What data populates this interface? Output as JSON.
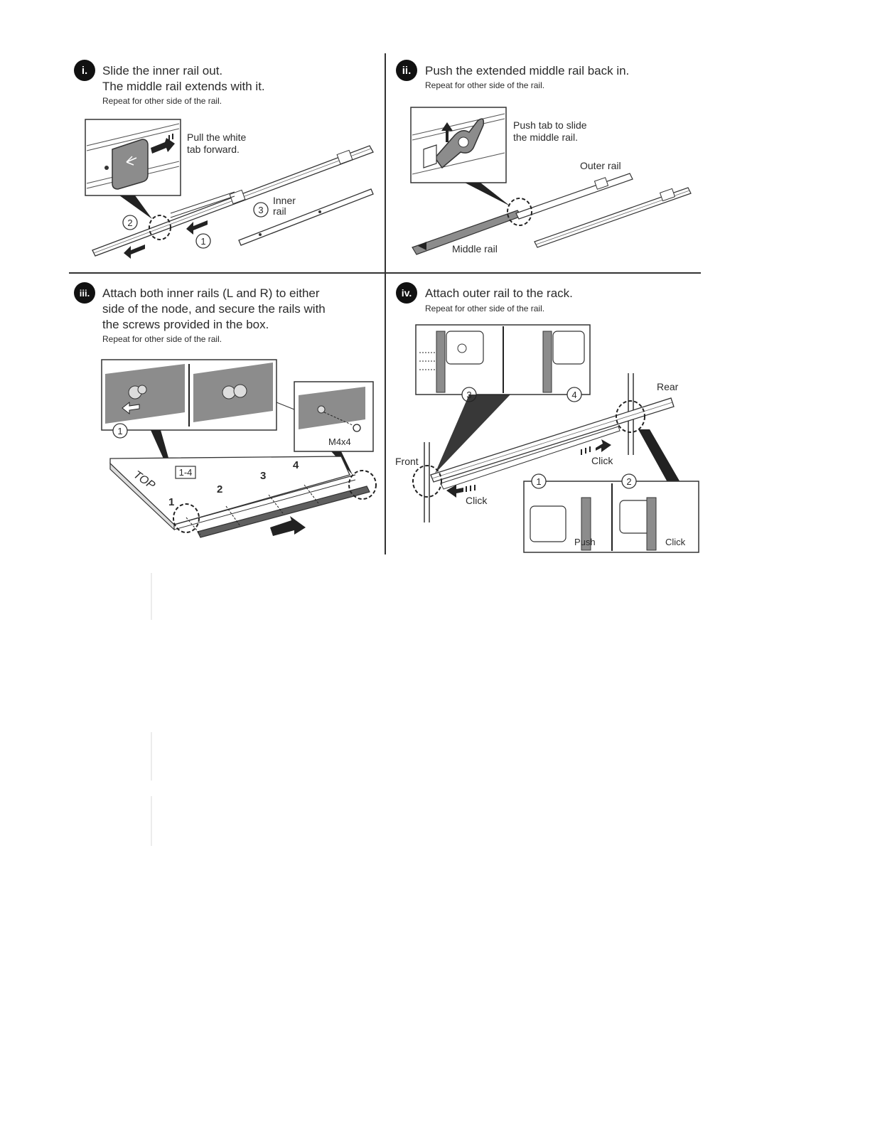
{
  "steps": [
    {
      "badge": "i.",
      "title_lines": [
        "Slide the inner rail out.",
        "The middle rail extends with it."
      ],
      "note": "Repeat for other side of the rail."
    },
    {
      "badge": "ii.",
      "title_lines": [
        "Push the extended middle rail back in."
      ],
      "note": "Repeat for other side of the rail."
    },
    {
      "badge": "iii.",
      "title_lines": [
        "Attach both inner rails (L and R) to either",
        "side of the node, and secure the rails with",
        "the screws provided in the box."
      ],
      "note": "Repeat for other side of the rail."
    },
    {
      "badge": "iv.",
      "title_lines": [
        "Attach outer rail to the rack."
      ],
      "note": "Repeat for other side of the rail."
    }
  ],
  "callouts": {
    "pull_tab": [
      "Pull the white",
      "tab forward."
    ],
    "inner_rail": [
      "Inner",
      "rail"
    ],
    "push_tab": [
      "Push tab to slide",
      "the middle rail."
    ],
    "outer_rail": "Outer rail",
    "middle_rail": "Middle rail",
    "screw": "M4x4",
    "screw_range": "1-4",
    "top_mark": "TOP",
    "rear": "Rear",
    "front": "Front",
    "click": "Click",
    "push": "Push"
  },
  "numbers": [
    "1",
    "2",
    "3",
    "4"
  ],
  "colors": {
    "ink": "#2b2b2b",
    "badge": "#111111",
    "shade": "#8c8c8c",
    "dark_shade": "#5f5f5f"
  }
}
